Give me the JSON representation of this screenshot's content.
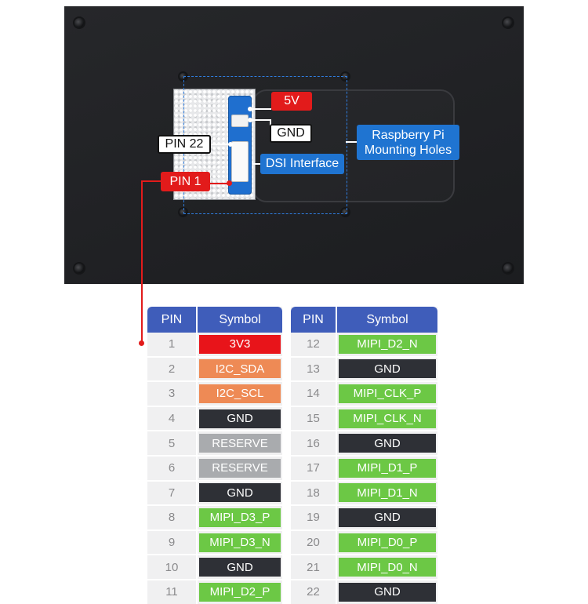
{
  "labels": {
    "v5": "5V",
    "gnd": "GND",
    "pin22": "PIN 22",
    "pin1": "PIN 1",
    "dsi": "DSI Interface",
    "rpi_line1": "Raspberry Pi",
    "rpi_line2": "Mounting Holes"
  },
  "table_headers": {
    "pin": "PIN",
    "symbol": "Symbol"
  },
  "colors": {
    "red": "#e8141a",
    "orange": "#ee8a55",
    "dark": "#2e3036",
    "grey": "#a9abae",
    "green": "#6cc845",
    "header": "#3f5dba",
    "label_blue": "#1f74d1"
  },
  "pins_left": [
    {
      "pin": "1",
      "symbol": "3V3",
      "color": "red"
    },
    {
      "pin": "2",
      "symbol": "I2C_SDA",
      "color": "orange"
    },
    {
      "pin": "3",
      "symbol": "I2C_SCL",
      "color": "orange"
    },
    {
      "pin": "4",
      "symbol": "GND",
      "color": "dark"
    },
    {
      "pin": "5",
      "symbol": "RESERVE",
      "color": "grey"
    },
    {
      "pin": "6",
      "symbol": "RESERVE",
      "color": "grey"
    },
    {
      "pin": "7",
      "symbol": "GND",
      "color": "dark"
    },
    {
      "pin": "8",
      "symbol": "MIPI_D3_P",
      "color": "green"
    },
    {
      "pin": "9",
      "symbol": "MIPI_D3_N",
      "color": "green"
    },
    {
      "pin": "10",
      "symbol": "GND",
      "color": "dark"
    },
    {
      "pin": "11",
      "symbol": "MIPI_D2_P",
      "color": "green"
    }
  ],
  "pins_right": [
    {
      "pin": "12",
      "symbol": "MIPI_D2_N",
      "color": "green"
    },
    {
      "pin": "13",
      "symbol": "GND",
      "color": "dark"
    },
    {
      "pin": "14",
      "symbol": "MIPI_CLK_P",
      "color": "green"
    },
    {
      "pin": "15",
      "symbol": "MIPI_CLK_N",
      "color": "green"
    },
    {
      "pin": "16",
      "symbol": "GND",
      "color": "dark"
    },
    {
      "pin": "17",
      "symbol": "MIPI_D1_P",
      "color": "green"
    },
    {
      "pin": "18",
      "symbol": "MIPI_D1_N",
      "color": "green"
    },
    {
      "pin": "19",
      "symbol": "GND",
      "color": "dark"
    },
    {
      "pin": "20",
      "symbol": "MIPI_D0_P",
      "color": "green"
    },
    {
      "pin": "21",
      "symbol": "MIPI_D0_N",
      "color": "green"
    },
    {
      "pin": "22",
      "symbol": "GND",
      "color": "dark"
    }
  ]
}
